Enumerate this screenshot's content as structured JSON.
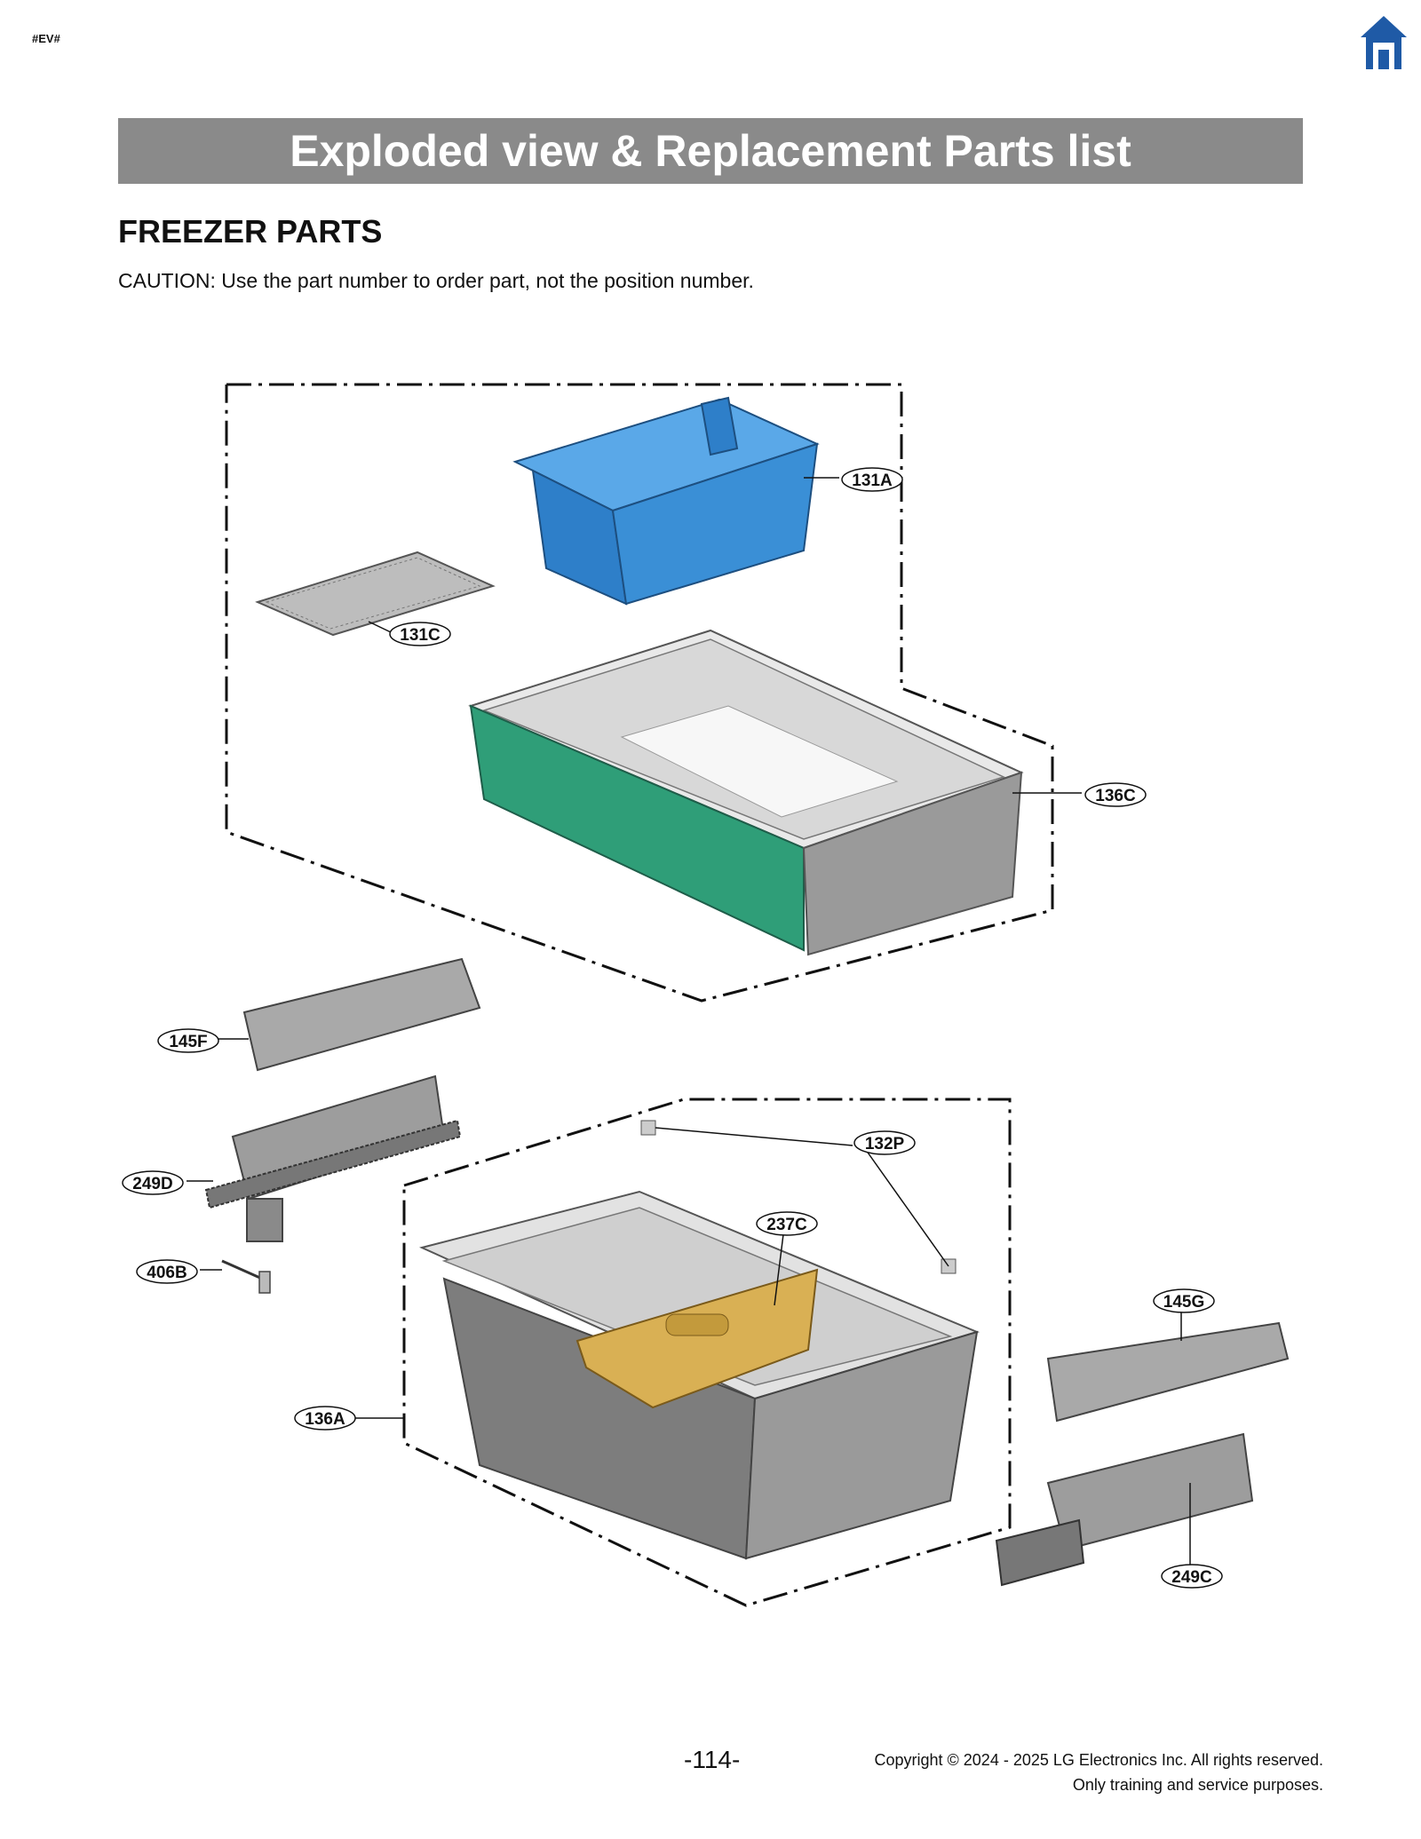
{
  "header": {
    "doc_code": "#EV#",
    "home_icon": "home-icon"
  },
  "banner": {
    "title": "Exploded view & Replacement Parts list"
  },
  "section": {
    "title": "FREEZER PARTS",
    "caution": "CAUTION: Use the part number to order part, not the position number."
  },
  "callouts": {
    "c131A": "131A",
    "c131C": "131C",
    "c136C": "136C",
    "c145F": "145F",
    "c249D": "249D",
    "c406B": "406B",
    "c132P": "132P",
    "c237C": "237C",
    "c145G": "145G",
    "c136A": "136A",
    "c249C": "249C"
  },
  "colors": {
    "bin_blue": "#3a8fd6",
    "drawer_green": "#2f9e78",
    "divider_gold": "#d9b054",
    "part_gray": "#8e8e8e",
    "banner_gray": "#8a8a8a"
  },
  "footer": {
    "page": "-114-",
    "copyright": "Copyright © 2024 - 2025 LG Electronics Inc. All rights reserved.",
    "purpose": "Only training and service purposes."
  }
}
